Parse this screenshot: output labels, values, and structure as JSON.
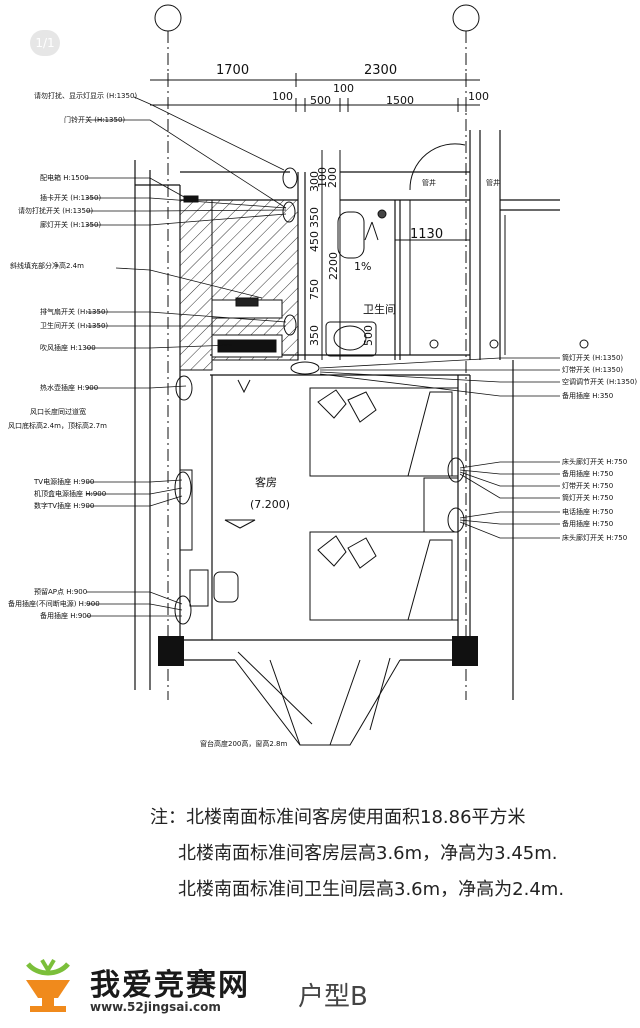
{
  "badge": "1/1",
  "dimensions": {
    "top": [
      "1700",
      "2300"
    ],
    "second": [
      "100",
      "500",
      "100",
      "1500",
      "100"
    ],
    "vertical": [
      "300",
      "100",
      "200",
      "350",
      "450",
      "750",
      "2200",
      "350",
      "500"
    ],
    "inner": "1130",
    "slope": "1%"
  },
  "left_labels": [
    "请勿打扰、显示灯显示 (H:1350)",
    "门铃开关 (H:1350)",
    "配电箱 H:1500",
    "插卡开关 (H:1350)",
    "请勿打扰开关 (H:1350)",
    "廊灯开关 (H:1350)",
    "斜线填充部分净高2.4m",
    "排气扇开关 (H:1350)",
    "卫生间开关 (H:1350)",
    "吹风插座 H:1300",
    "热水壶插座 H:900",
    "风口长度同过道宽",
    "风口底标高2.4m，顶标高2.7m",
    "TV电源插座 H:900",
    "机顶盒电源插座 H:900",
    "数字TV插座 H:900",
    "预留AP点 H:900",
    "备用插座(不间断电源) H:900",
    "备用插座 H:900"
  ],
  "right_labels": [
    "筒灯开关 (H:1350)",
    "灯带开关 (H:1350)",
    "空调调节开关 (H:1350)",
    "备用插座 H:350",
    "床头廊灯开关 H:750",
    "备用插座 H:750",
    "灯带开关 H:750",
    "筒灯开关 H:750",
    "电话插座 H:750",
    "备用插座 H:750",
    "床头廊灯开关 H:750"
  ],
  "rooms": {
    "bathroom": "卫生间",
    "shaft1": "管井",
    "shaft2": "管井",
    "guest_room": "客房",
    "area": "(7.200)"
  },
  "window_note": "窗台高度200高，窗高2.8m",
  "notes": [
    "注：北楼南面标准间客房使用面积18.86平方米",
    "北楼南面标准间客房层高3.6m，净高为3.45m.",
    "北楼南面标准间卫生间层高3.6m，净高为2.4m."
  ],
  "brand": {
    "name": "我爱竞赛网",
    "url": "www.52jingsai.com"
  },
  "unit_type": "户型B",
  "colors": {
    "line": "#111111",
    "brand_green": "#7bbf3a",
    "brand_orange": "#f08a1c"
  }
}
